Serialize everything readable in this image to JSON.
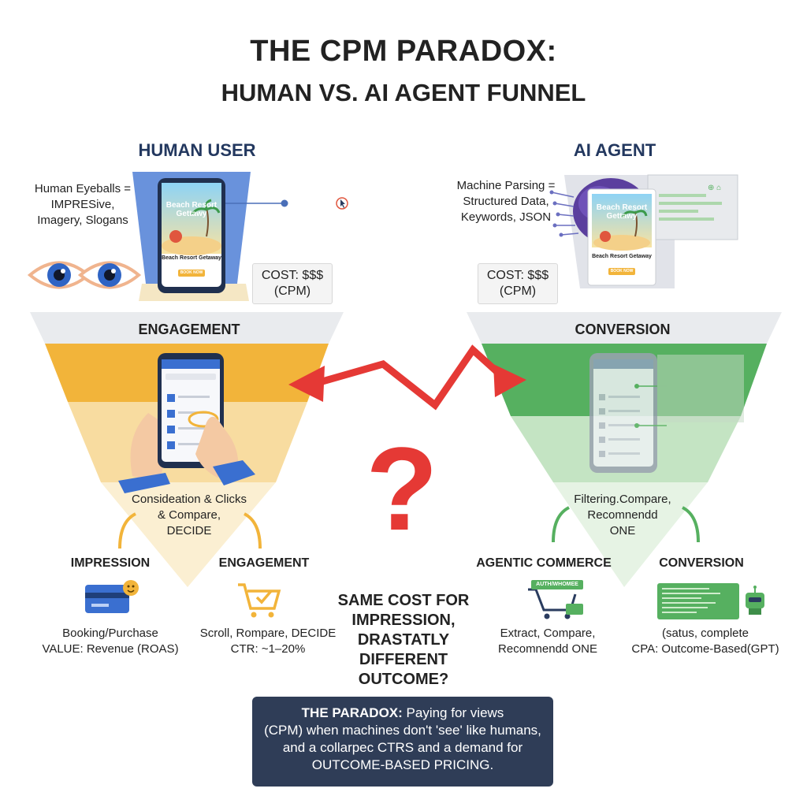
{
  "title": {
    "line1": "THE CPM PARADOX:",
    "line2": "HUMAN VS. AI AGENT FUNNEL"
  },
  "colors": {
    "navy": "#23385f",
    "orange": "#f2b43a",
    "green": "#56b060",
    "red": "#e53935",
    "blue": "#3a6fd0"
  },
  "human": {
    "heading": "HUMAN USER",
    "note_lines": [
      "Human Eyeballs =",
      "IMPRESive,",
      "Imagery, Slogans"
    ],
    "cost_lines": [
      "COST: $$$",
      "(CPM)"
    ],
    "phone": {
      "title_lines": [
        "Beach Resort",
        "Gettawy"
      ],
      "caption": "Beach Resort Getaway",
      "button": "BOOK NOW"
    },
    "band_top": "ENGAGEMENT",
    "band_bottom_lines": [
      "Consideation & Clicks",
      "& Compare,",
      "DECIDE"
    ],
    "left_item": {
      "title": "IMPRESSION",
      "lines": [
        "Booking/Purchase",
        "VALUE: Revenue (ROAS)"
      ]
    },
    "right_item": {
      "title": "ENGAGEMENT",
      "lines": [
        "Scroll, Rompare, DECIDE",
        "CTR: ~1–20%"
      ]
    }
  },
  "agent": {
    "heading": "AI AGENT",
    "note_lines": [
      "Machine Parsing =",
      "Structured Data,",
      "Keywords, JSON"
    ],
    "cost_lines": [
      "COST: $$$",
      "(CPM)"
    ],
    "phone": {
      "title_lines": [
        "Beach Resort",
        "Gettawy"
      ],
      "caption": "Beach Resort Getaway",
      "button": "BOOK NOW"
    },
    "band_top": "CONVERSION",
    "band_bottom_lines": [
      "Filtering.Compare,",
      "Recomnendd",
      "ONE"
    ],
    "left_item": {
      "title": "AGENTIC COMMERCE",
      "cart_tag": "AUTH/WHOMEE",
      "lines": [
        "Extract, Compare,",
        "Recomnendd ONE"
      ]
    },
    "right_item": {
      "title": "CONVERSION",
      "lines": [
        "(satus, complete",
        "CPA: Outcome-Based(GPT)"
      ]
    }
  },
  "center": {
    "question": "?",
    "lines": [
      "SAME COST FOR",
      "IMPRESSION,",
      "DRASTATLY DIFFERENT",
      "OUTCOME?"
    ]
  },
  "paradox": {
    "label": "THE PARADOX:",
    "text1": " Paying for views",
    "line2": "(CPM) when machines don't 'see' like humans,",
    "line3": "and a collarpec CTRS and a demand for",
    "line4": "OUTCOME-BASED PRICING."
  }
}
